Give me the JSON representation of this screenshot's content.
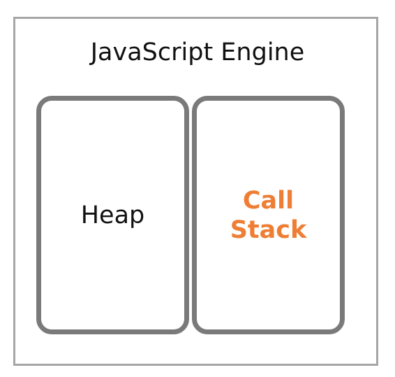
{
  "diagram": {
    "title": "JavaScript Engine",
    "components": [
      {
        "label": "Heap",
        "color": "#111111"
      },
      {
        "label": "Call\nStack",
        "color": "#ee7e34"
      }
    ],
    "colors": {
      "frame_border": "#a6a6a6",
      "box_border": "#7a7a7a",
      "highlight": "#ee7e34"
    }
  }
}
